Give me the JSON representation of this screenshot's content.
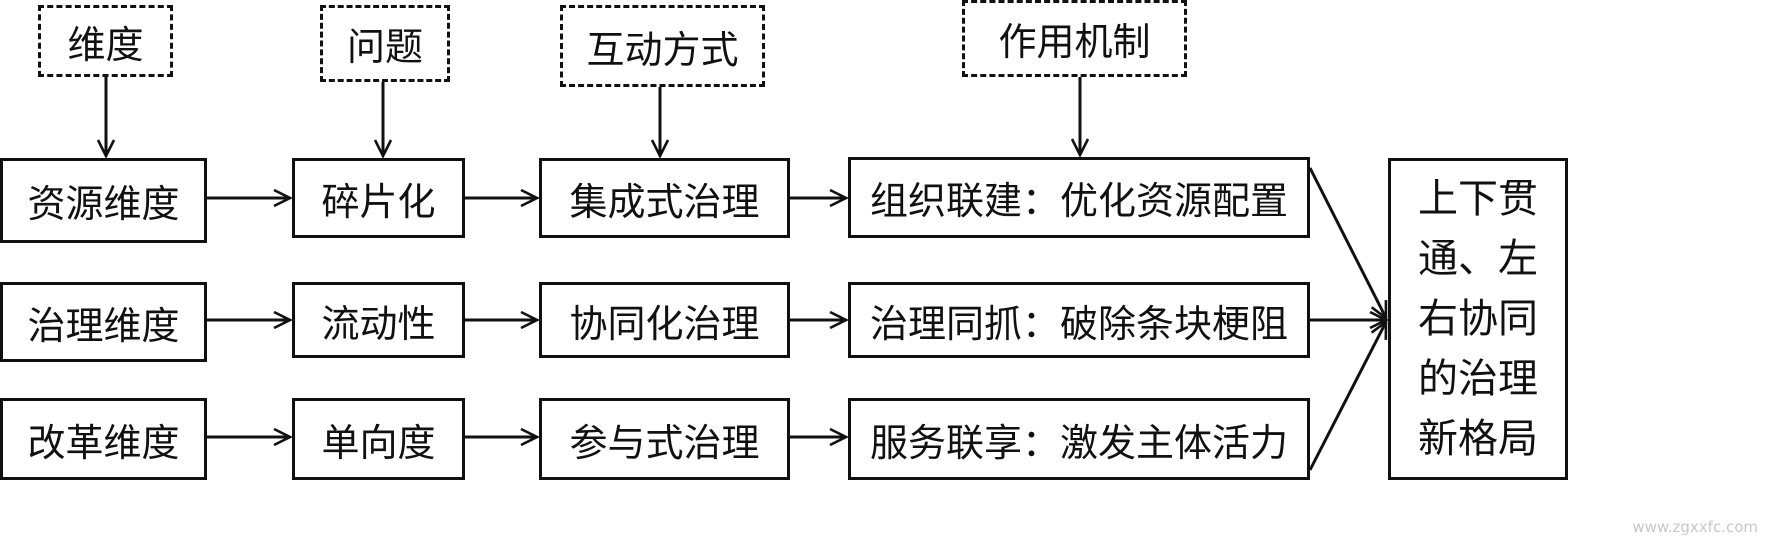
{
  "headers": {
    "dimension": "维度",
    "problem": "问题",
    "interaction": "互动方式",
    "mechanism": "作用机制"
  },
  "rows": [
    {
      "dimension": "资源维度",
      "problem": "碎片化",
      "interaction": "集成式治理",
      "mechanism": "组织联建：优化资源配置"
    },
    {
      "dimension": "治理维度",
      "problem": "流动性",
      "interaction": "协同化治理",
      "mechanism": "治理同抓：破除条块梗阻"
    },
    {
      "dimension": "改革维度",
      "problem": "单向度",
      "interaction": "参与式治理",
      "mechanism": "服务联享：激发主体活力"
    }
  ],
  "result": {
    "lines": [
      "上下贯",
      "通、左",
      "右协同",
      "的治理",
      "新格局"
    ]
  },
  "watermark": "www.zgxxfc.com"
}
